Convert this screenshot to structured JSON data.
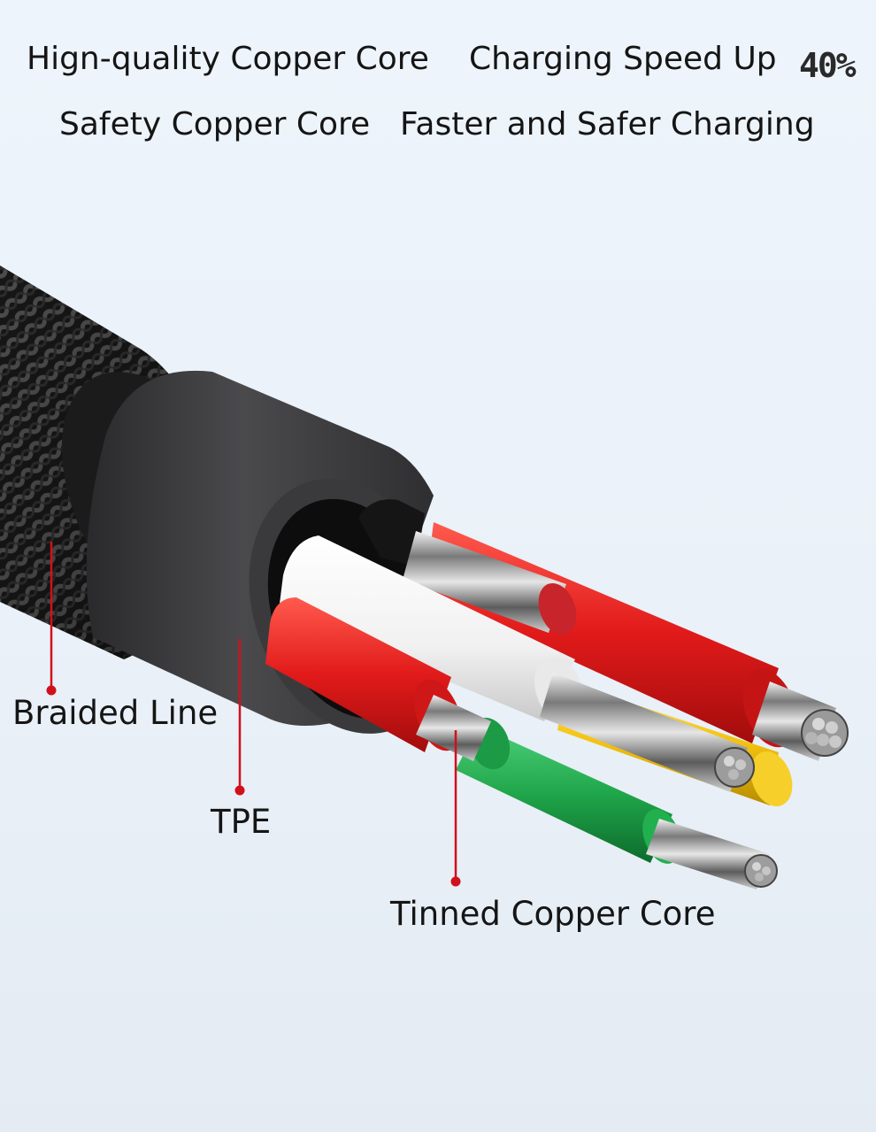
{
  "header": {
    "line1_left": "Hign-quality Copper Core",
    "line1_right": "Charging Speed Up",
    "line1_percent": "40%",
    "line2_left": "Safety Copper Core",
    "line2_right": "Faster and Safer Charging"
  },
  "callouts": {
    "braided": "Braided Line",
    "tpe": "TPE",
    "tinned": "Tinned Copper Core"
  },
  "colors": {
    "pointer": "#d0101c",
    "wire_red": "#e51f1f",
    "wire_white": "#f4f4f4",
    "wire_yellow": "#f2c20f",
    "wire_green": "#1fa54a",
    "jacket": "#3e3e40",
    "braid": "#1a1a1a"
  }
}
